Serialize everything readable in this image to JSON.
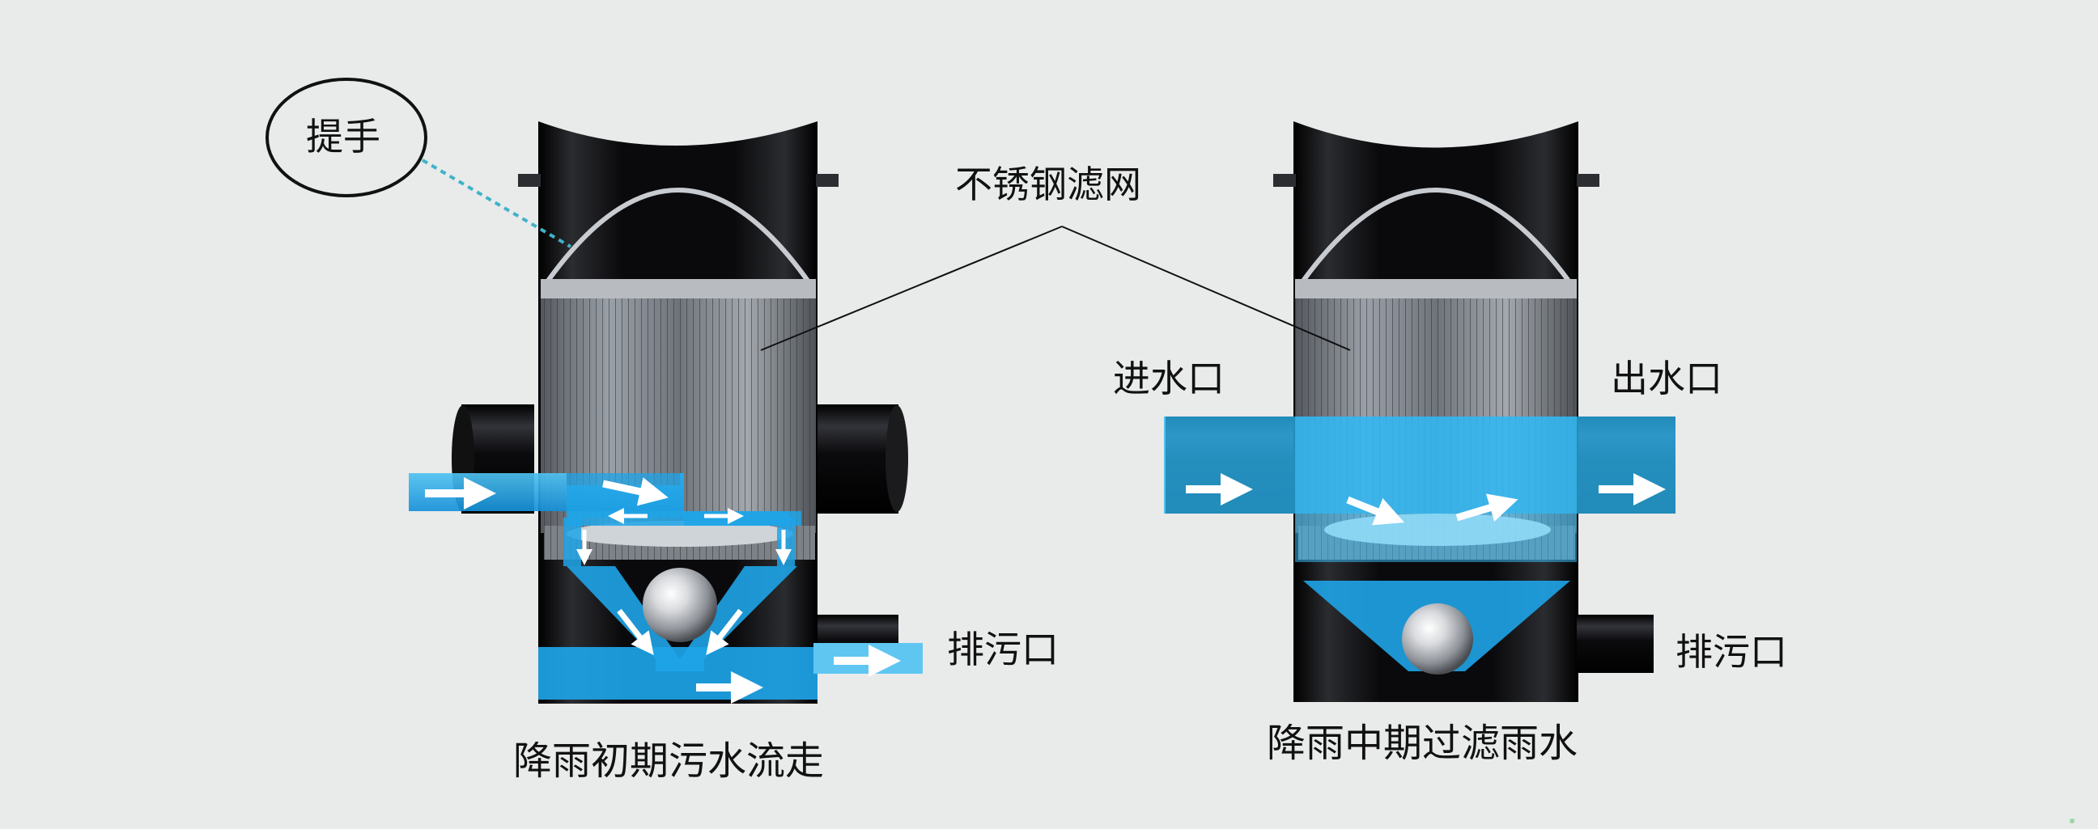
{
  "labels": {
    "handle": "提手",
    "stainless_filter": "不锈钢滤网",
    "inlet": "进水口",
    "outlet": "出水口",
    "drain_left": "排污口",
    "drain_right": "排污口"
  },
  "captions": {
    "left": "降雨初期污水流走",
    "right": "降雨中期过滤雨水"
  },
  "colors": {
    "background": "#e9eaea",
    "pipe_dark": "#0c0c0e",
    "water_blue": "#1fa3e6",
    "water_light": "#5cc6f2",
    "mesh_gray": "#8a8f96",
    "arrow": "#ffffff",
    "leader_cyan": "#3fb3c8"
  }
}
